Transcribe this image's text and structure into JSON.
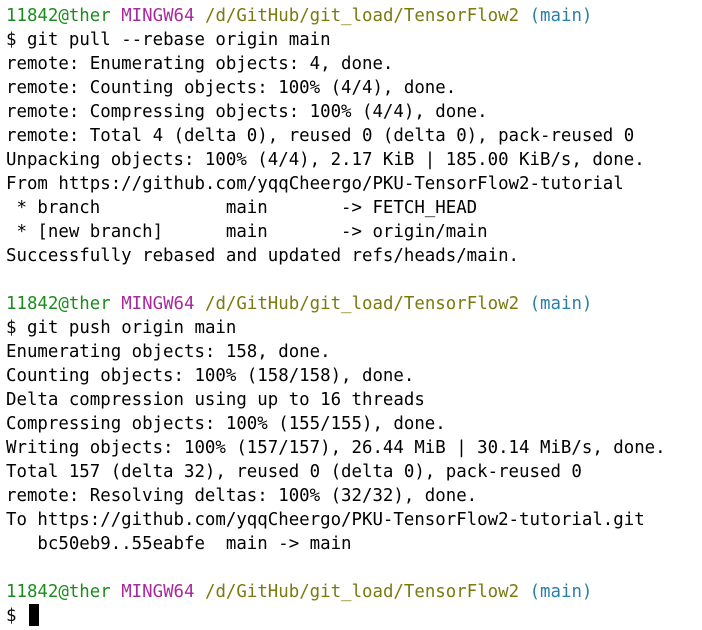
{
  "colors": {
    "user": "#1c8d1c",
    "host": "#a8299f",
    "path": "#7a7a0e",
    "branch": "#2a7fa7",
    "text": "#000000",
    "background": "#ffffff"
  },
  "prompt": {
    "user_host": "11842@ther",
    "system": "MINGW64",
    "path": "/d/GitHub/git_load/TensorFlow2",
    "branch": "(main)",
    "symbol": "$"
  },
  "session": {
    "pull_cmd": "git pull --rebase origin main",
    "pull_output": [
      "remote: Enumerating objects: 4, done.",
      "remote: Counting objects: 100% (4/4), done.",
      "remote: Compressing objects: 100% (4/4), done.",
      "remote: Total 4 (delta 0), reused 0 (delta 0), pack-reused 0",
      "Unpacking objects: 100% (4/4), 2.17 KiB | 185.00 KiB/s, done.",
      "From https://github.com/yqqCheergo/PKU-TensorFlow2-tutorial",
      " * branch            main       -> FETCH_HEAD",
      " * [new branch]      main       -> origin/main",
      "Successfully rebased and updated refs/heads/main."
    ],
    "push_cmd": "git push origin main",
    "push_output": [
      "Enumerating objects: 158, done.",
      "Counting objects: 100% (158/158), done.",
      "Delta compression using up to 16 threads",
      "Compressing objects: 100% (155/155), done.",
      "Writing objects: 100% (157/157), 26.44 MiB | 30.14 MiB/s, done.",
      "Total 157 (delta 32), reused 0 (delta 0), pack-reused 0",
      "remote: Resolving deltas: 100% (32/32), done.",
      "To https://github.com/yqqCheergo/PKU-TensorFlow2-tutorial.git",
      "   bc50eb9..55eabfe  main -> main"
    ]
  }
}
